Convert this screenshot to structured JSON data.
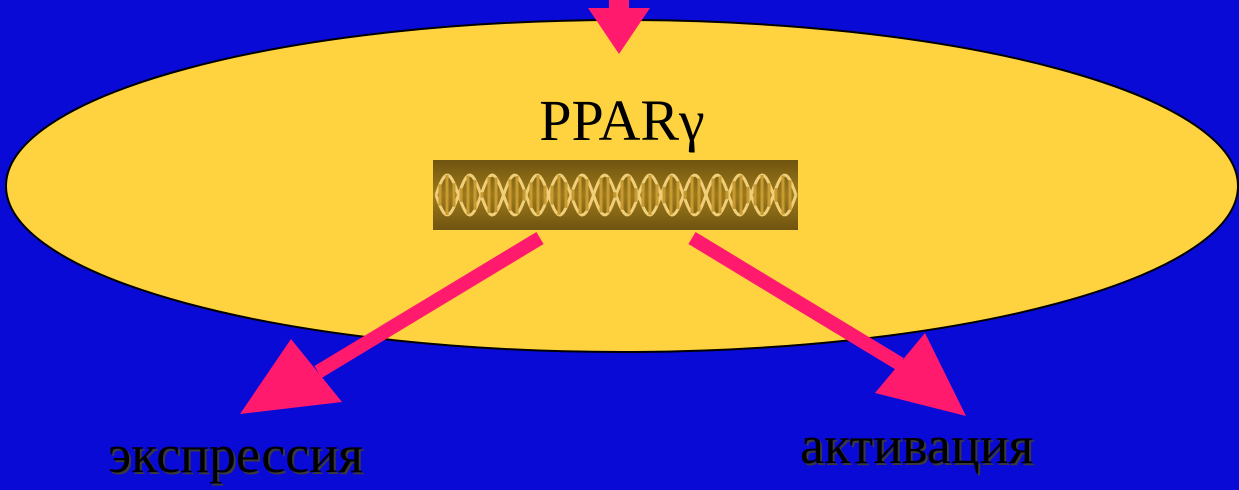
{
  "colors": {
    "background": "#0a0ad6",
    "nucleus_fill": "#ffd23f",
    "arrow": "#ff1a6e",
    "dna_band": "#8a6a10",
    "dna_helix": "#e7c468"
  },
  "nucleus": {
    "label": "PPARγ"
  },
  "dna_strip": {
    "icon": "dna-helix-icon"
  },
  "outputs": {
    "left_label": "экспрессия",
    "right_label": "активация"
  }
}
